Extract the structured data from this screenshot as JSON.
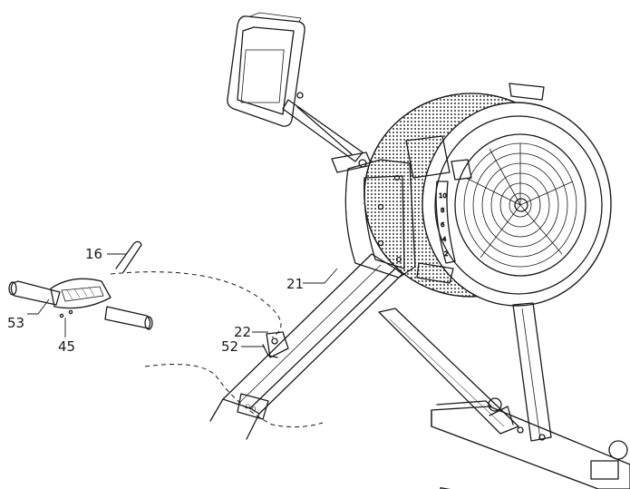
{
  "callouts": {
    "c16": "16",
    "c21": "21",
    "c22": "22",
    "c52": "52",
    "c53": "53",
    "c45": "45"
  }
}
